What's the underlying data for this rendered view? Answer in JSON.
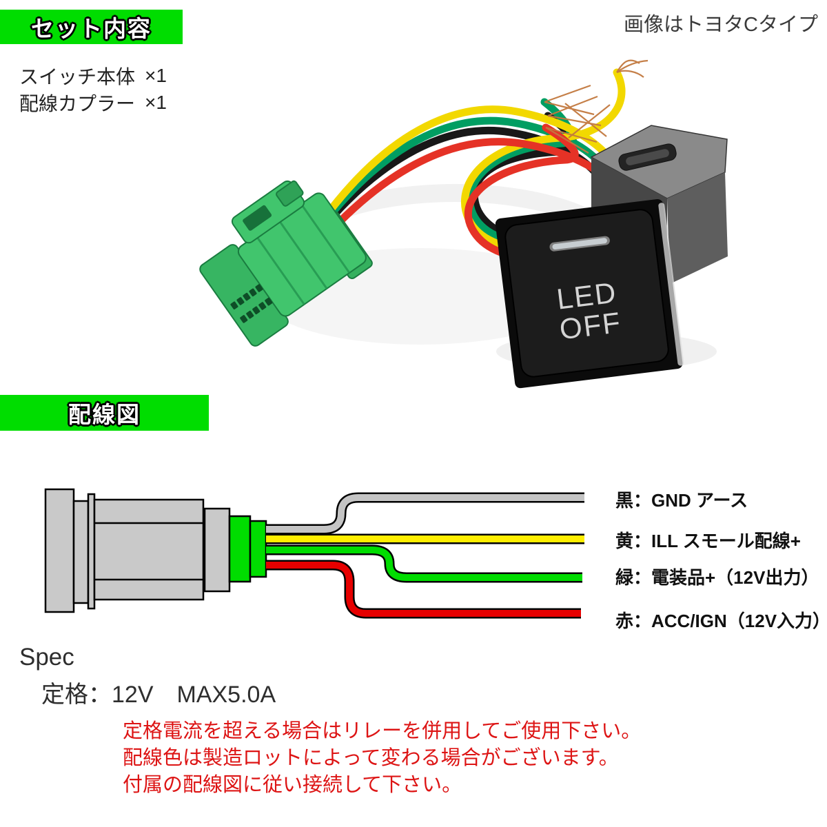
{
  "header_note": "画像はトヨタCタイプ",
  "set_contents": {
    "title": "セット内容",
    "items": [
      {
        "name": "スイッチ本体",
        "qty": "×1"
      },
      {
        "name": "配線カプラー",
        "qty": "×1"
      }
    ]
  },
  "photo": {
    "button_line1": "LED",
    "button_line2": "OFF"
  },
  "wiring_diagram": {
    "title": "配線図",
    "labels": [
      "黒：GND アース",
      "黄：ILL スモール配線+",
      "緑：電装品+（12V出力）",
      "赤：ACC/IGN（12V入力）"
    ]
  },
  "spec": {
    "title": "Spec",
    "rating": "定格：12V　MAX5.0A"
  },
  "warnings": [
    "定格電流を超える場合はリレーを併用してご使用下さい。",
    "配線色は製造ロットによって変わる場合がございます。",
    "付属の配線図に従い接続して下さい。"
  ],
  "colors": {
    "banner_green": "#00dd00",
    "diagram_body_gray": "#c9c9c9",
    "diagram_connector_green": "#00dd00",
    "wire_black_drawn_gray": "#c4c4c4",
    "wire_yellow": "#ffee00",
    "wire_green": "#00dd00",
    "wire_red": "#e60000",
    "warning_red": "#dd1414",
    "photo_connector_green": "#41c56d",
    "switch_black": "#1c1c1c"
  }
}
